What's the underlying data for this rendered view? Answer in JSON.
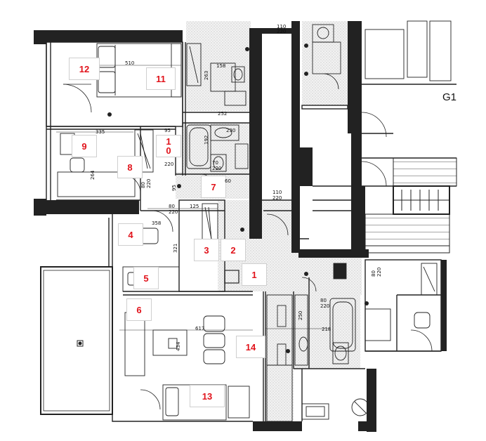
{
  "rooms": [
    {
      "id": "1",
      "label": "1"
    },
    {
      "id": "2",
      "label": "2"
    },
    {
      "id": "3",
      "label": "3"
    },
    {
      "id": "4",
      "label": "4"
    },
    {
      "id": "5",
      "label": "5"
    },
    {
      "id": "6",
      "label": "6"
    },
    {
      "id": "7",
      "label": "7"
    },
    {
      "id": "8",
      "label": "8"
    },
    {
      "id": "9",
      "label": "9"
    },
    {
      "id": "10",
      "label": "1\n0"
    },
    {
      "id": "11",
      "label": "11"
    },
    {
      "id": "12",
      "label": "12"
    },
    {
      "id": "13",
      "label": "13"
    },
    {
      "id": "14",
      "label": "14"
    }
  ],
  "block_label": "G1",
  "dimensions": {
    "d510": "510",
    "d158": "158",
    "d263": "263",
    "d95": "95",
    "d230": "230",
    "d335": "335",
    "d192": "192",
    "d220a": "220",
    "d70": "70",
    "d220b": "220",
    "d264": "264",
    "d80a": "80",
    "d220c": "220",
    "d95b": "95",
    "d125": "125",
    "d80b": "80",
    "d220d": "220",
    "d358": "358",
    "d321": "321",
    "d110a": "110",
    "d220e": "220",
    "d110b": "110",
    "d220f": "220",
    "d617": "617",
    "d434": "434",
    "d218": "218",
    "d80c": "80",
    "d220g": "220",
    "d250": "250",
    "d60": "60",
    "d80d": "80",
    "d220h": "220",
    "d252": "252"
  }
}
